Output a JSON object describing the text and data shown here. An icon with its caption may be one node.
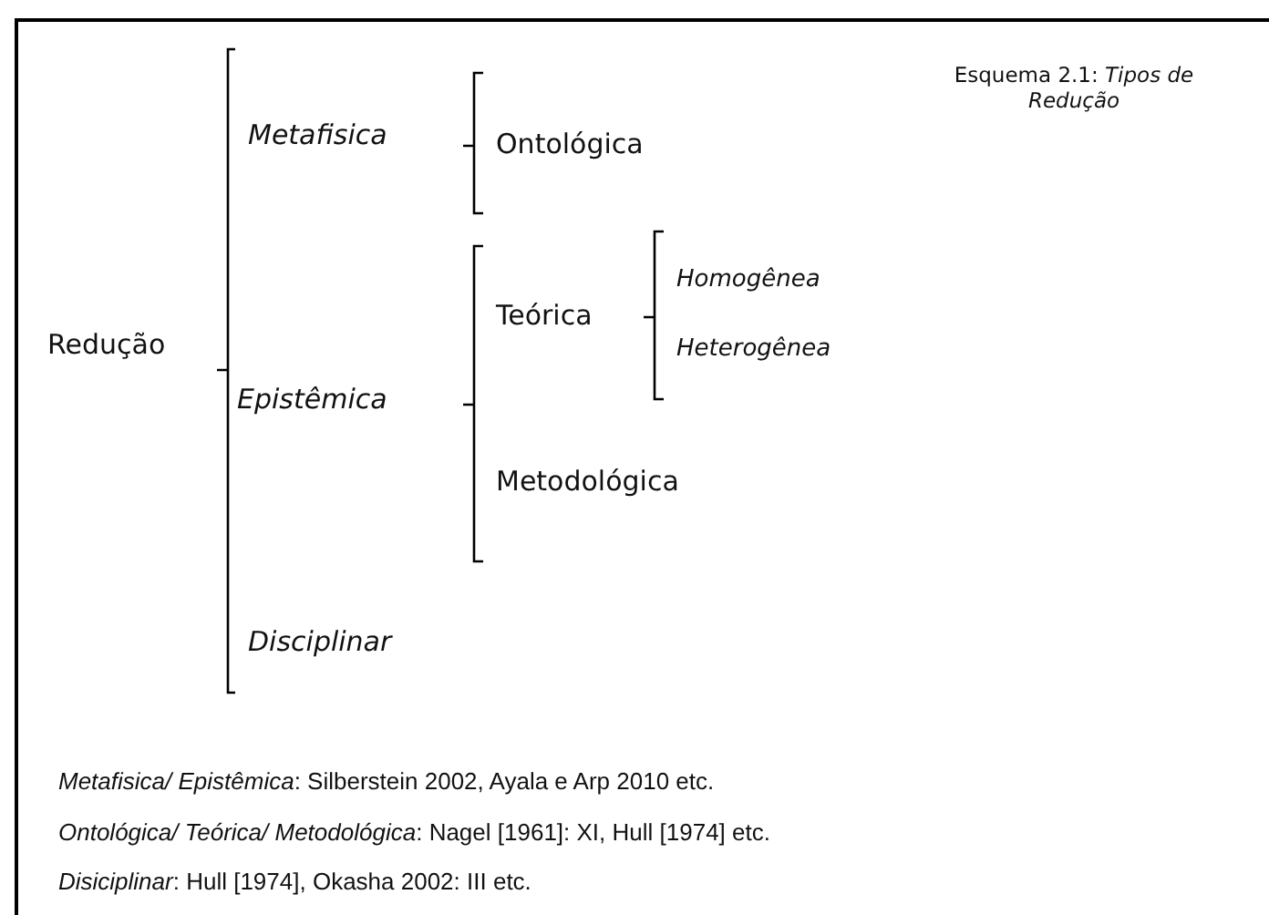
{
  "diagram": {
    "title": "Esquema 2.1: *Tipos de Redução*",
    "labels": [
      "Metafisica",
      "Ontológica",
      "Homogênea",
      "Teórica",
      "Redução",
      "Heterogênea",
      "Epistêmica",
      "Metodológica",
      "Disciplinar",
      "*Metafisica/ Epistêmica*: Silberstein 2002, Ayala e Arp 2010 etc.",
      "*Ontológica/ Teórica/ Metodológica*: Nagel [1961]: XI, Hull [1974] etc.",
      "*Disiciplinar*: Hull [1974], Okasha 2002: III etc."
    ]
  }
}
